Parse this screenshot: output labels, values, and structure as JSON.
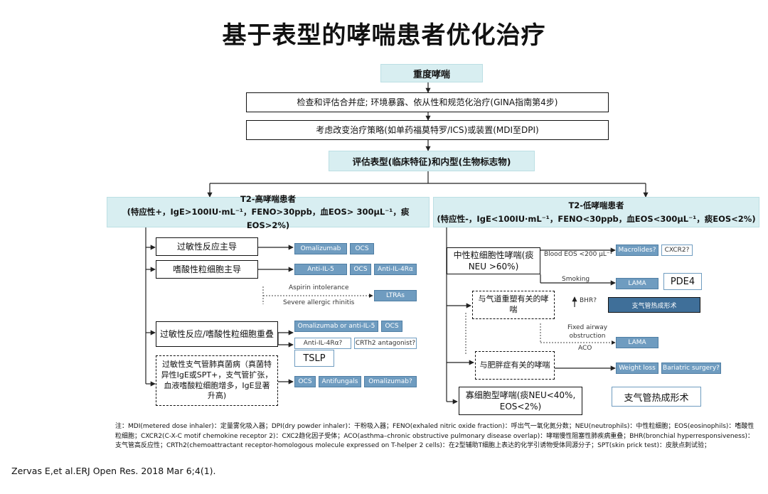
{
  "title": "基于表型的哮喘患者优化治疗",
  "flow": {
    "severe": "重度哮喘",
    "step1": "检查和评估合并症; 环境暴露、依从性和规范化治疗(GINA指南第4步)",
    "step2": "考虑改变治疗策略(如单药福莫特罗/ICS)或装置(MDI至DPI)",
    "assess": "评估表型(临床特征)和内型(生物标志物)"
  },
  "t2_high": {
    "title": "T2-高哮喘患者",
    "criteria": "(特应性+，IgE>100IU·mL⁻¹，FENO>30ppb，血EOS> 300μL⁻¹，痰EOS>2%)",
    "allergy": "过敏性反应主导",
    "eos": "嗜酸性粒细胞主导",
    "mixed": "过敏性反应/嗜酸性粒细胞重叠",
    "abpa": "过敏性支气管肺真菌病（真菌特异性IgE或SPT+，支气管扩张，血液嗜酸粒细胞增多，IgE显著升高)",
    "omalizumab": "Omalizumab",
    "ocs": "OCS",
    "anti_il5": "Anti-IL-5",
    "anti_il4": "Anti-IL-4Rα",
    "aspirin": "Aspirin intolerance",
    "rhinitis": "Severe allergic rhinitis",
    "ltras": "LTRAs",
    "oma_or_il5": "Omalizumab or anti-IL-5",
    "anti_il4q": "Anti-IL-4Rα?",
    "crth2": "CRTh2 antagonist?",
    "tslp": "TSLP",
    "antifungals": "Antifungals",
    "omalizumab_q": "Omalizumab?"
  },
  "t2_low": {
    "title": "T2-低哮喘患者",
    "criteria": "(特应性-，IgE<100IU·mL⁻¹，FENO<30ppb，血EOS<300μL⁻¹，痰EOS<2%)",
    "neu": "中性粒细胞性哮喘(痰NEU >60%)",
    "blood_eos": "Blood EOS <200 μL⁻¹",
    "macrolides": "Macrolides?",
    "cxcr2": "CXCR2?",
    "smoking": "Smoking",
    "lama": "LAMA",
    "pde4": "PDE4",
    "remodel": "与气道重塑有关的哮喘",
    "bhr": "BHR?",
    "thermoplasty": "支气管热成形术",
    "fixed": "Fixed airway obstruction",
    "aco": "ACO",
    "lama2": "LAMA",
    "obesity": "与肥胖症有关的哮喘",
    "weight_loss": "Weight loss",
    "bariatric": "Bariatric surgery?",
    "pauci": "寡细胞型哮喘(痰NEU<40%, EOS<2%)",
    "thermoplasty2": "支气管热成形术"
  },
  "note": "注：MDI(metered dose inhaler)：定量雾化吸入器；DPI(dry powder inhaler)：干粉吸入器；FENO(exhaled nitric oxide fraction)：呼出气一氧化氮分数；NEU(neutrophils)：中性粒细胞；EOS(eosinophils)：嗜酸性粒细胞；CXCR2(C-X-C motif chemokine receptor 2)：CXC2趋化因子受体；ACO(asthma–chronic obstructive pulmonary disease overlap)：哮喘慢性阻塞性肺疾病重叠；BHR(bronchial hyperresponsiveness)：支气管高反应性；CRTh2(chemoattractant receptor-homologous molecule expressed on T-helper 2 cells)：在2型辅助T细胞上表达的化学引诱物受体同源分子；SPT(skin prick test)：皮肤点刺试验；",
  "citation": "Zervas E,et al.ERJ Open Res. 2018 Mar 6;4(1).",
  "colors": {
    "teal": "#d8eef1",
    "blue": "#6f9cc0",
    "dark_blue": "#3f6f99"
  }
}
